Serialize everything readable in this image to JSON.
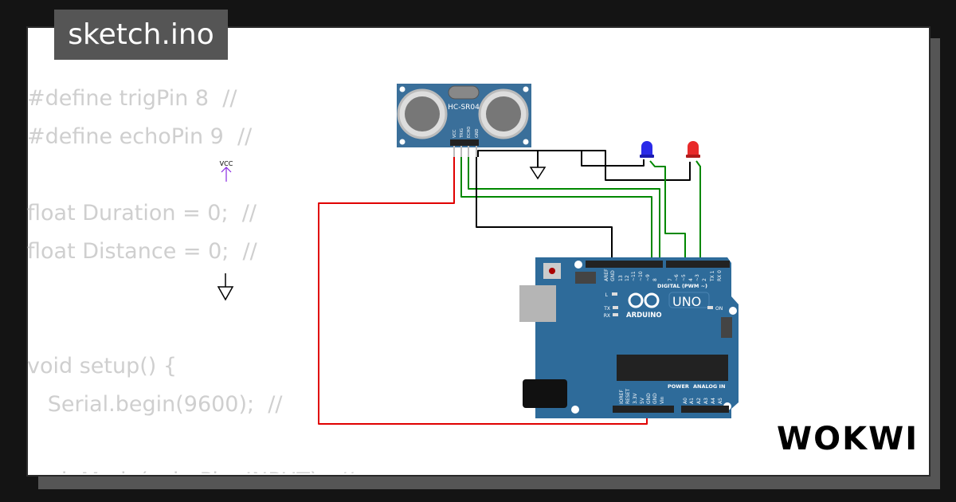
{
  "title": "sketch.ino",
  "code_lines": [
    "#define trigPin 8  //",
    "#define echoPin 9  //",
    "",
    "float Duration = 0;  //",
    "float Distance = 0;  //",
    "",
    "",
    "void setup() {",
    "   Serial.begin(9600);  //",
    "",
    "   pinMode(echoPin, INPUT);  //"
  ],
  "diagram": {
    "sensor": {
      "label": "HC-SR04",
      "pins": [
        "VCC",
        "TRIG",
        "ECHO",
        "GND"
      ]
    },
    "vcc_label": "VCC",
    "board": {
      "logo": "ARDUINO",
      "model": "UNO",
      "on_label": "ON",
      "led_labels": [
        "L",
        "TX",
        "RX"
      ],
      "digital_label": "DIGITAL (PWM ~)",
      "digital_pins": [
        "AREF",
        "GND",
        "13",
        "12",
        "~11",
        "~10",
        "~9",
        "8",
        "7",
        "~6",
        "~5",
        "4",
        "~3",
        "2",
        "TX 1",
        "RX 0"
      ],
      "power_label": "POWER",
      "power_pins": [
        "IOREF",
        "RESET",
        "3.3V",
        "5V",
        "GND",
        "GND",
        "Vin"
      ],
      "analog_label": "ANALOG IN",
      "analog_pins": [
        "A0",
        "A1",
        "A2",
        "A3",
        "A4",
        "A5"
      ]
    },
    "leds": [
      {
        "color": "blue"
      },
      {
        "color": "red"
      }
    ],
    "colors": {
      "vcc_wire": "#e00000",
      "signal_wire": "#008800",
      "gnd_wire": "#000000",
      "board": "#2e6b9a",
      "sensor": "#3a6f9a",
      "vcc_symbol": "#8a2be2"
    }
  },
  "brand": "WOKWI"
}
